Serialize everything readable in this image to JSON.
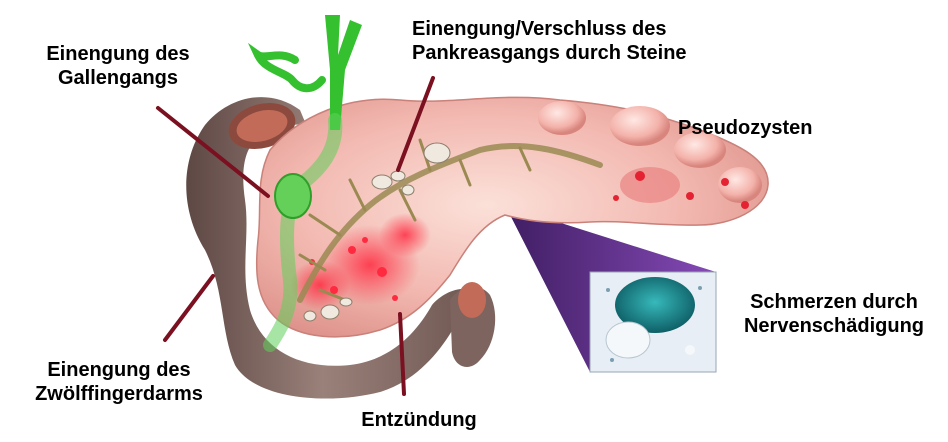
{
  "labels": {
    "bile_duct": {
      "line1": "Einengung des",
      "line2": "Gallengangs"
    },
    "pancreatic_duct": {
      "line1": "Einengung/Verschluss des",
      "line2": "Pankreasgangs durch Steine"
    },
    "pseudocysts": "Pseudozysten",
    "pain": {
      "line1": "Schmerzen durch",
      "line2": "Nervenschädigung"
    },
    "duodenum": {
      "line1": "Einengung des",
      "line2": "Zwölffingerdarms"
    },
    "inflammation": "Entzündung"
  },
  "colors": {
    "pointer": "#7a1020",
    "duodenum": "#7e6660",
    "pancreas": "#f0b4ad",
    "bile": "#3fbf3a",
    "inflammation": "#ff4a5a",
    "micrograph_stain": "#1f9a9e",
    "magnifier": "#5c1f86"
  }
}
